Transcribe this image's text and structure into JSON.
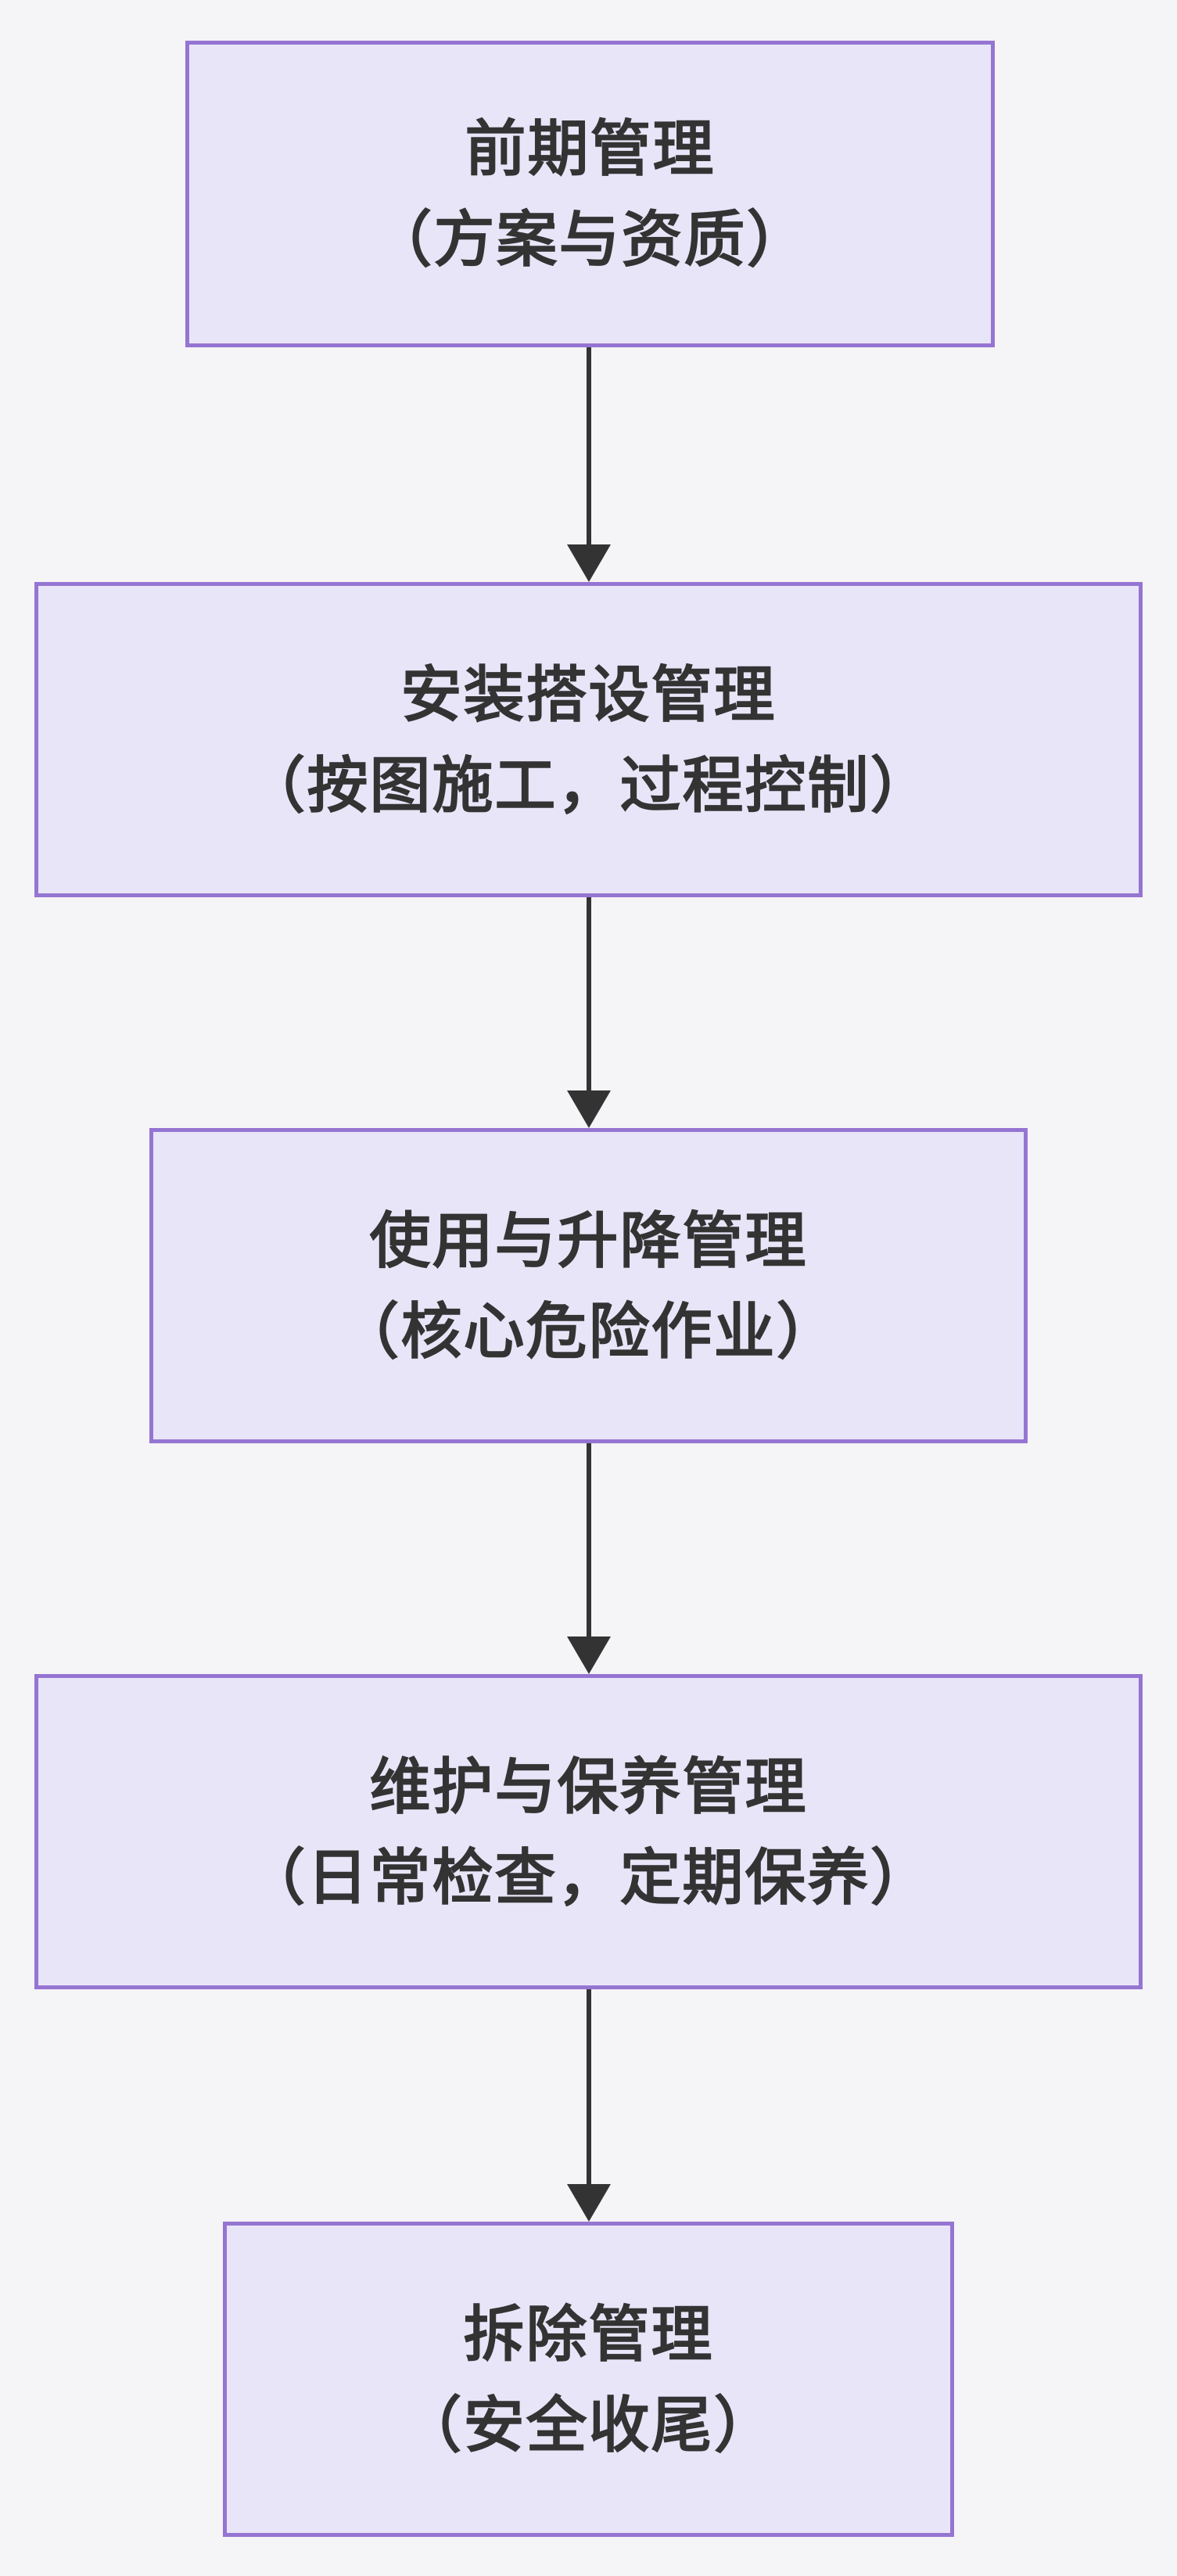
{
  "page": {
    "background_color": "#f5f4f6"
  },
  "flowchart": {
    "style": {
      "node_fill_color": "#e9e5f8",
      "node_border_color": "#9575d2",
      "text_color": "#333333",
      "arrow_color": "#333333"
    },
    "nodes": [
      {
        "id": "pre-stage-management",
        "line1": "前期管理",
        "line2": "（方案与资质）"
      },
      {
        "id": "installation-management",
        "line1": "安装搭设管理",
        "line2": "（按图施工，过程控制）"
      },
      {
        "id": "use-and-lifting-management",
        "line1": "使用与升降管理",
        "line2": "（核心危险作业）"
      },
      {
        "id": "maintenance-management",
        "line1": "维护与保养管理",
        "line2": "（日常检查，定期保养）"
      },
      {
        "id": "dismantling-management",
        "line1": "拆除管理",
        "line2": "（安全收尾）"
      }
    ],
    "connections": [
      {
        "from": "pre-stage-management",
        "to": "installation-management"
      },
      {
        "from": "installation-management",
        "to": "use-and-lifting-management"
      },
      {
        "from": "use-and-lifting-management",
        "to": "maintenance-management"
      },
      {
        "from": "maintenance-management",
        "to": "dismantling-management"
      }
    ]
  }
}
